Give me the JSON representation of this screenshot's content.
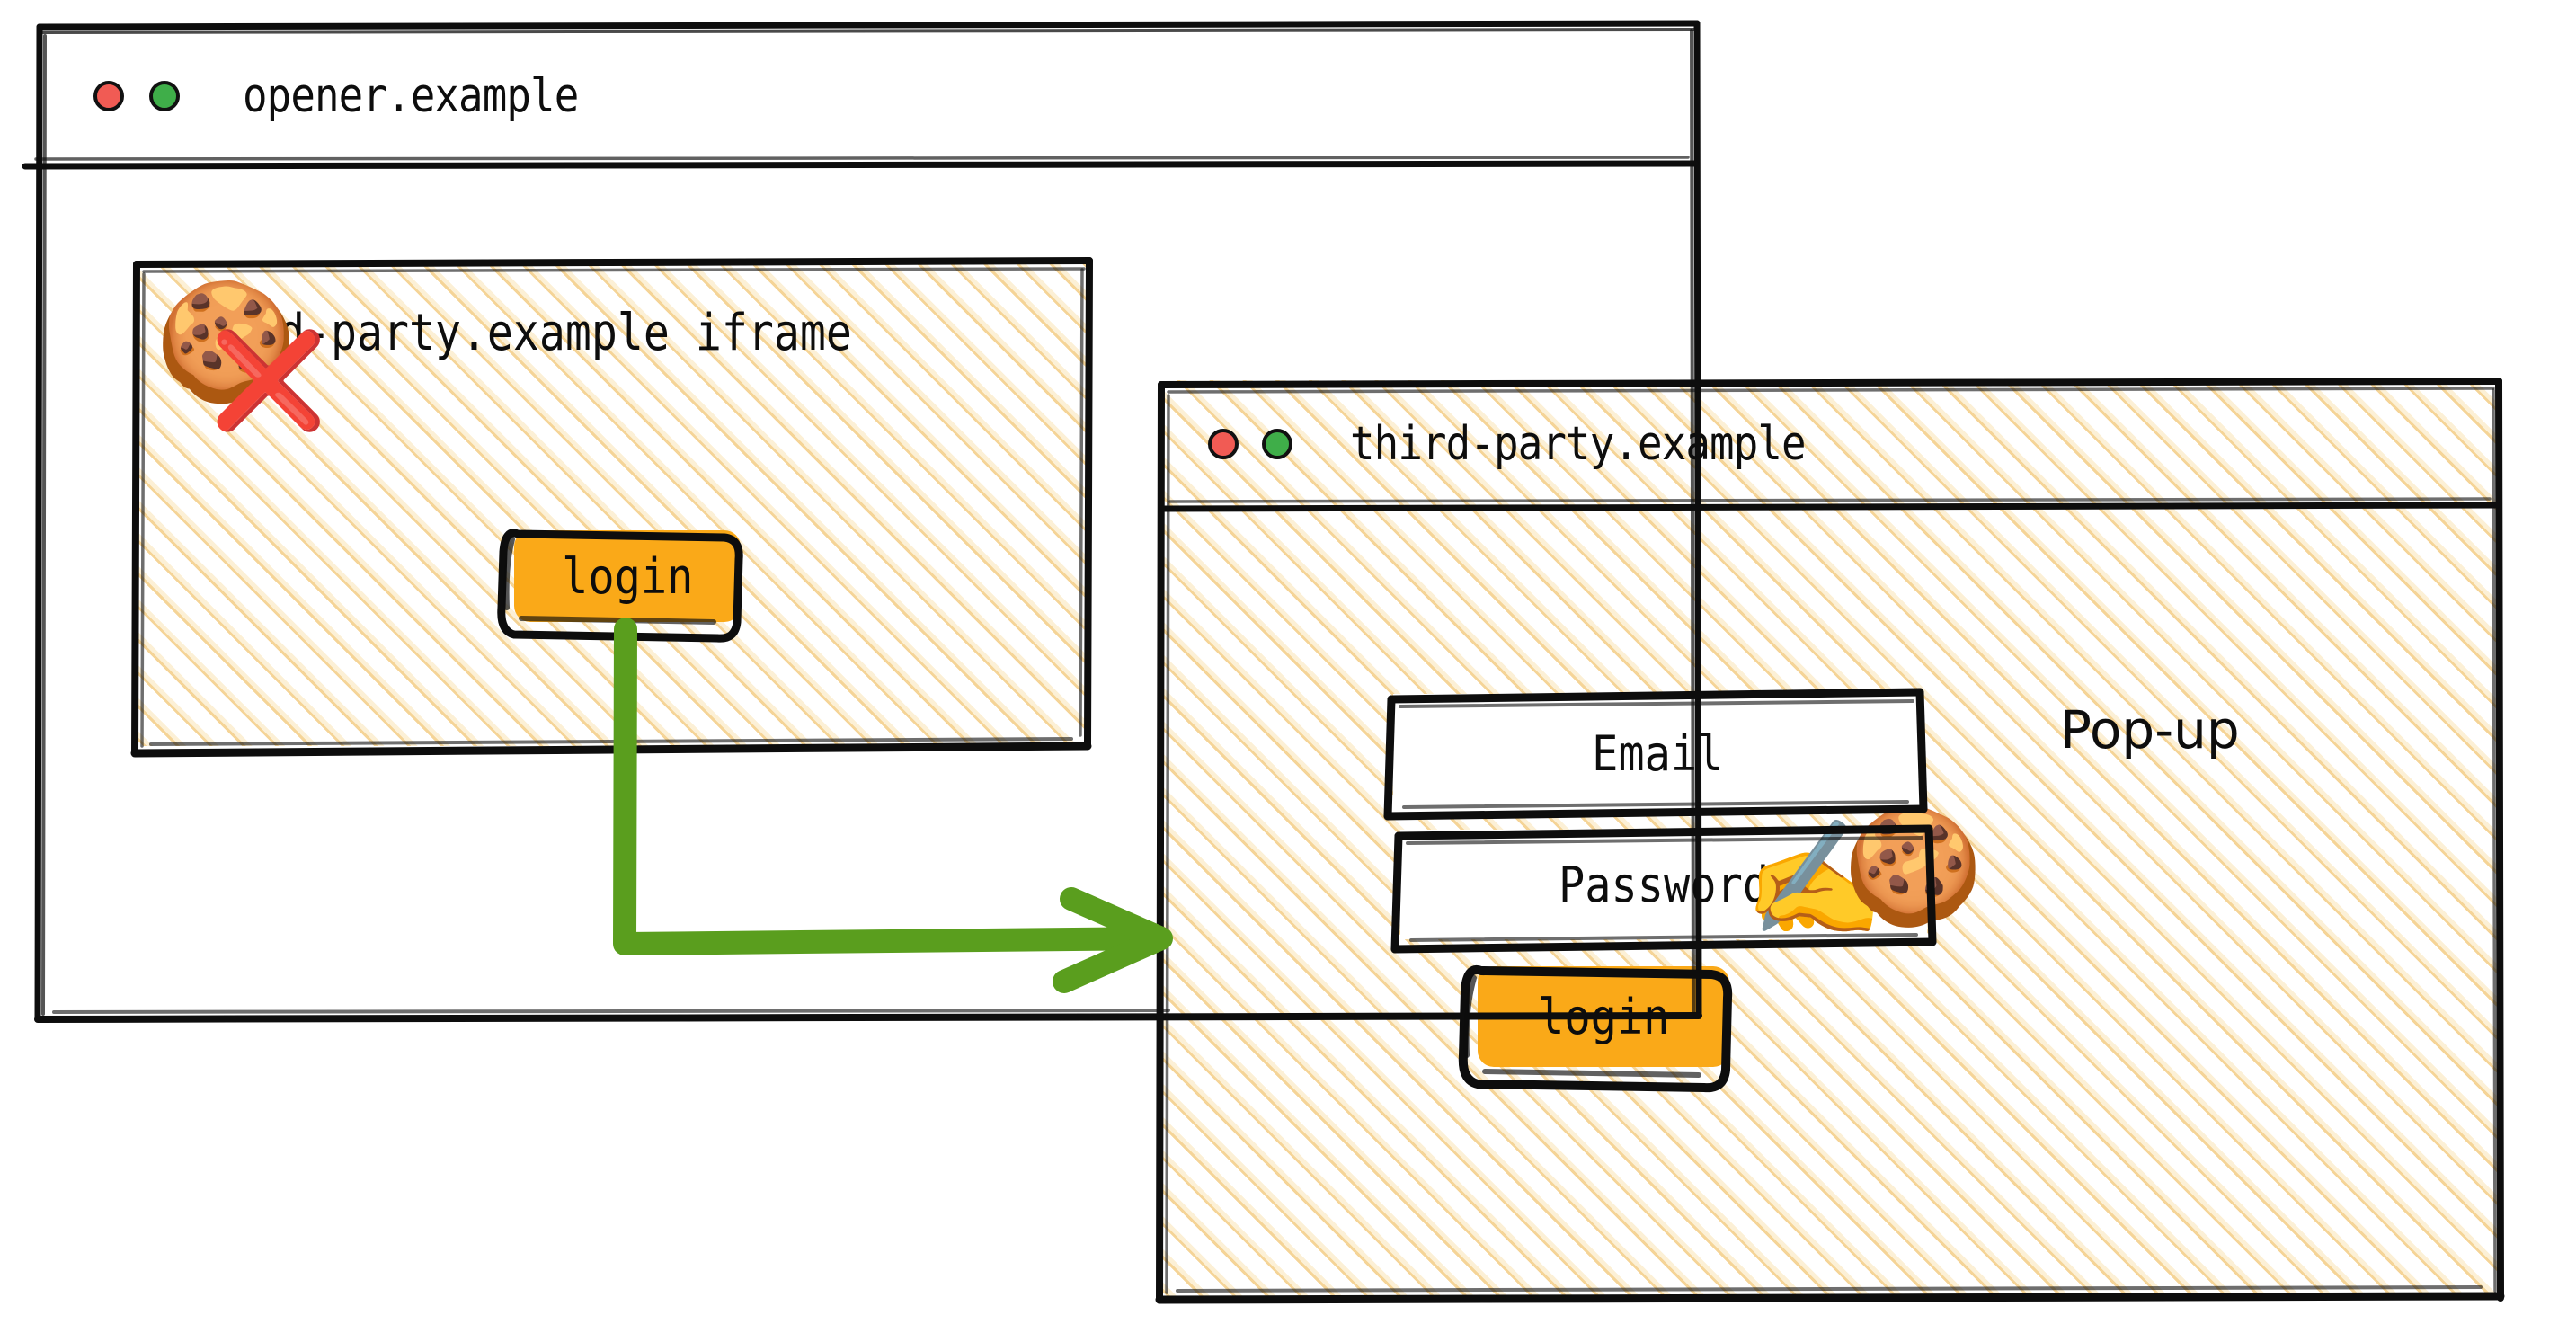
{
  "opener_window": {
    "title": "opener.example",
    "dots": [
      "close-red",
      "maximize-green"
    ],
    "iframe": {
      "title": "third-party.example iframe",
      "cookie_emoji": "🍪",
      "cookie_blocked_emoji": "❌",
      "login_button": "login"
    }
  },
  "popup_window": {
    "title": "third-party.example",
    "dots": [
      "close-red",
      "maximize-green"
    ],
    "label": "Pop-up",
    "fields": [
      {
        "name": "email",
        "label": "Email"
      },
      {
        "name": "password",
        "label": "Password"
      }
    ],
    "login_button": "login",
    "writing_hand_emoji": "✍️",
    "cookie_emoji": "🍪"
  },
  "annotations": {
    "flow_arrow": "login-click-opens-popup"
  },
  "colors": {
    "button_orange": "#FAA918",
    "arrow_green": "#5A9E1E",
    "cross_red": "#CC2B2B",
    "dot_red": "#F15B54",
    "dot_green": "#3FAE49",
    "hatch_tan": "#F3CD85",
    "ink": "#0D0D0D"
  }
}
